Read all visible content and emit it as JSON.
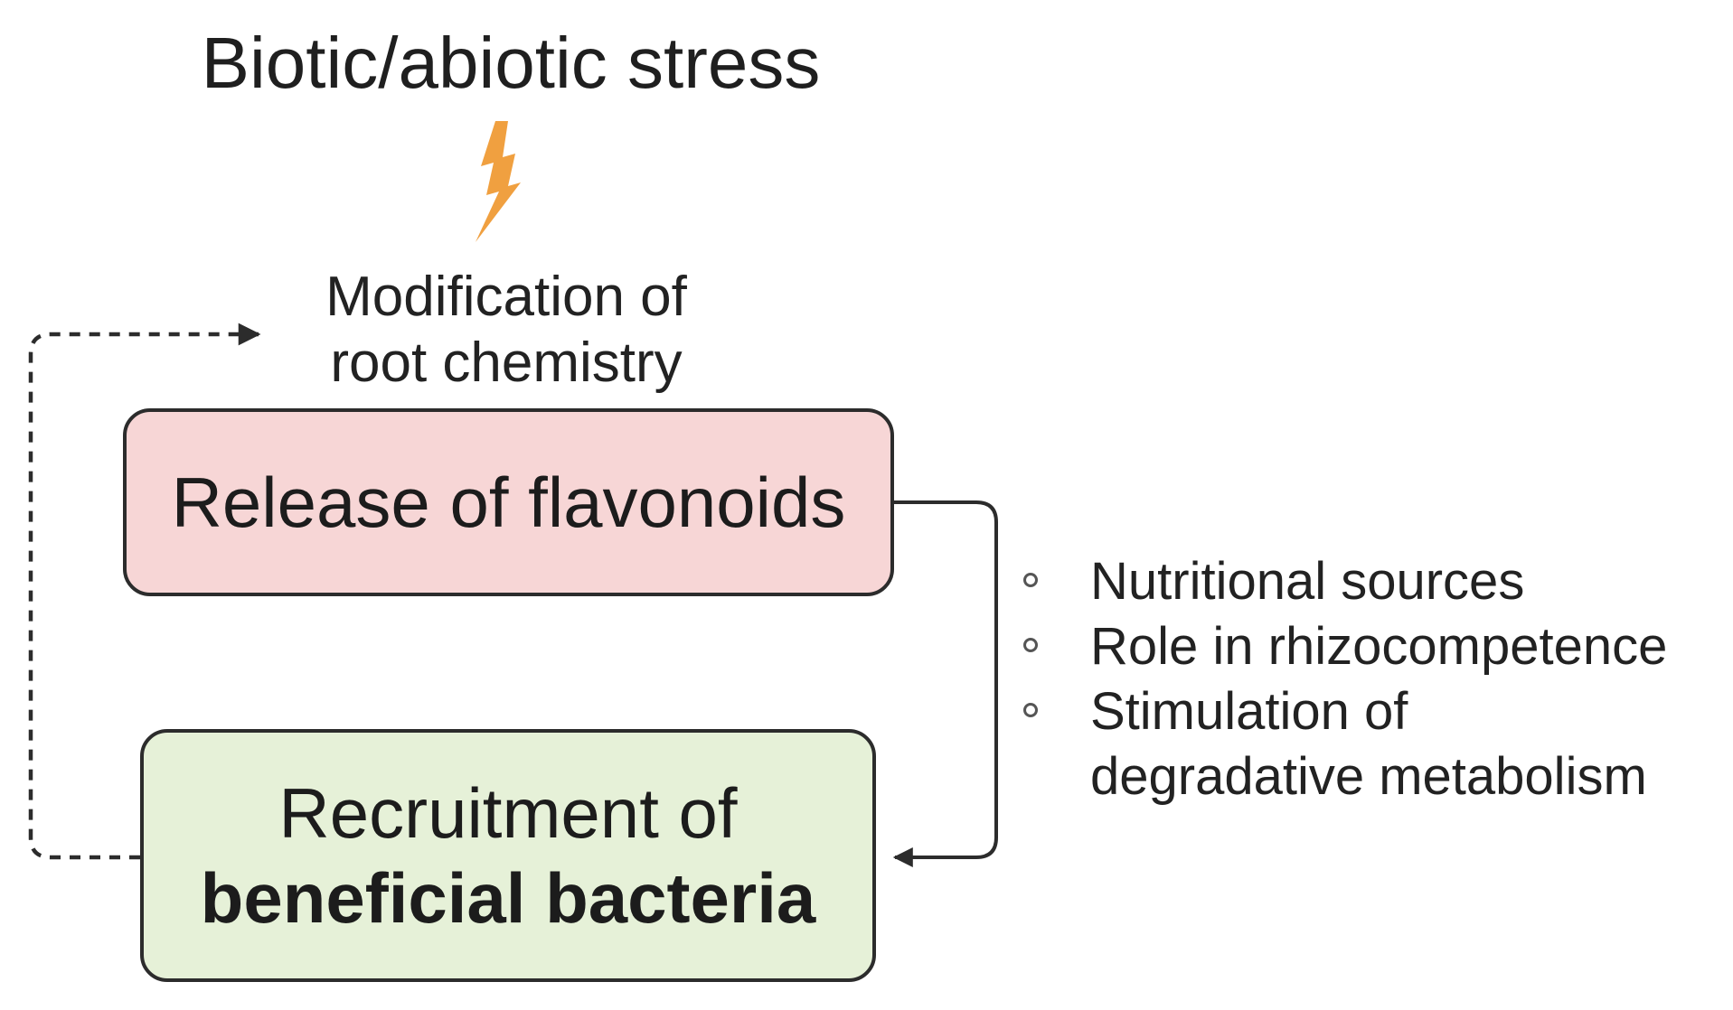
{
  "stress": {
    "title": "Biotic/abiotic stress",
    "icon": "lightning-bolt-icon",
    "icon_color": "#f0a040"
  },
  "modification": {
    "line1": "Modification of",
    "line2": "root chemistry"
  },
  "release_box": {
    "label": "Release of flavonoids",
    "fill_color": "#f7d6d6"
  },
  "recruitment_box": {
    "line1": "Recruitment of",
    "line2": "beneficial bacteria",
    "fill_color": "#e6f1d8"
  },
  "benefits": [
    {
      "lines": [
        "Nutritional sources"
      ]
    },
    {
      "lines": [
        "Role in rhizocompetence"
      ]
    },
    {
      "lines": [
        "Stimulation of",
        "degradative metabolism"
      ]
    }
  ],
  "colors": {
    "outline": "#2c2c2c",
    "text": "#1a1a1a"
  }
}
